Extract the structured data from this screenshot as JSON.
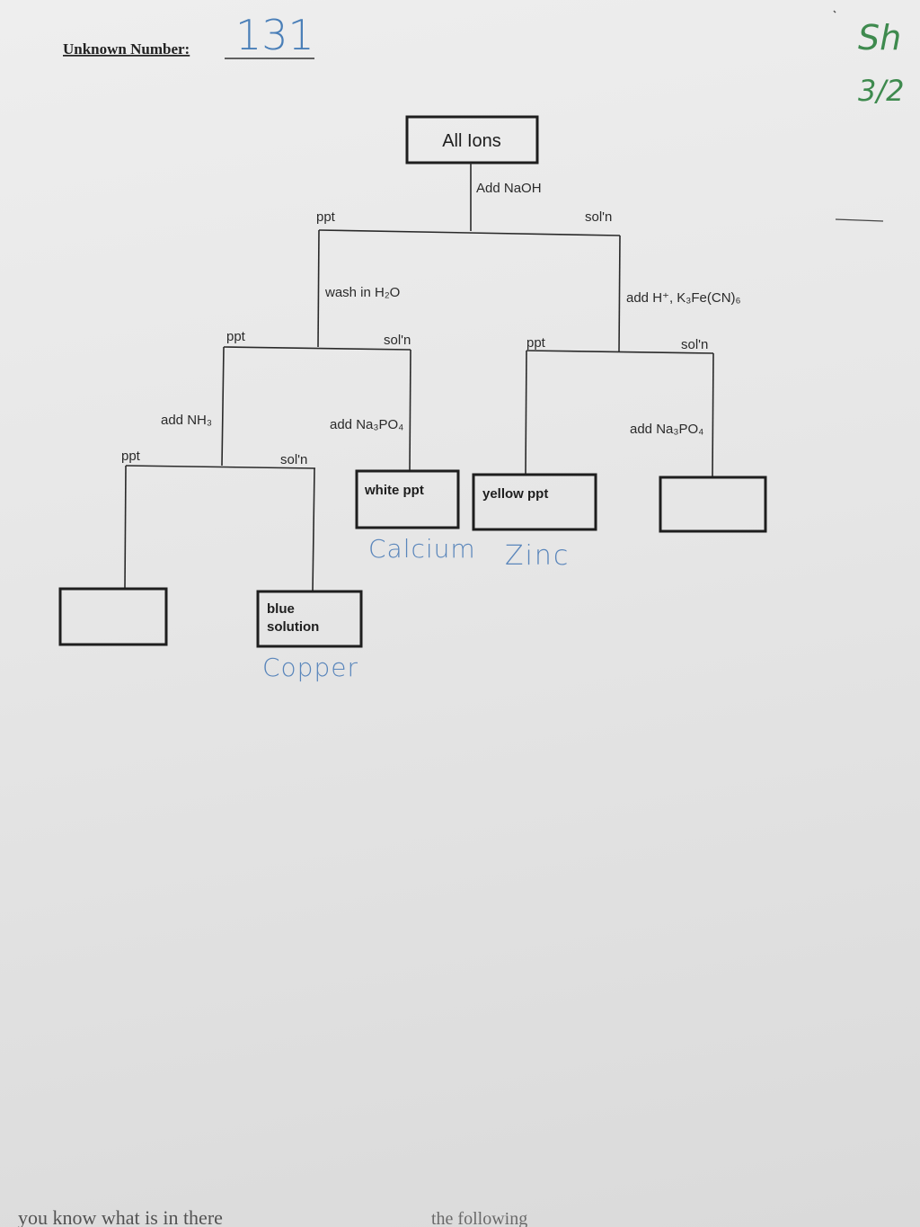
{
  "header": {
    "unknown_label": "Unknown Number:",
    "unknown_value": "131",
    "initials": "Sh",
    "date": "3/2"
  },
  "flowchart": {
    "root": "All Ions",
    "step1": "Add NaOH",
    "step1_left": "ppt",
    "step1_right": "sol'n",
    "step2_left": "wash in H₂O",
    "step2_left_ppt": "ppt",
    "step2_left_soln": "sol'n",
    "step2_right": "add H⁺, K₃Fe(CN)₆",
    "step2_right_ppt": "ppt",
    "step2_right_soln": "sol'n",
    "step3_a": "add NH₃",
    "step3_a_ppt": "ppt",
    "step3_a_soln": "sol'n",
    "step3_b": "add Na₃PO₄",
    "step3_d": "add Na₃PO₄",
    "box_white": "white ppt",
    "box_yellow": "yellow ppt",
    "box_blue_line1": "blue",
    "box_blue_line2": "solution",
    "box_far_left": "",
    "box_far_right": ""
  },
  "handwriting": {
    "calcium": "Calcium",
    "zinc": "Zinc",
    "copper": "Copper"
  },
  "footer": {
    "left_fragment": "you know what is in there",
    "right_fragment": "the following"
  },
  "colors": {
    "pencil_blue": "#4a7fb8",
    "green_ink": "#3e8a4e",
    "line_ink": "#1e1e1e"
  }
}
